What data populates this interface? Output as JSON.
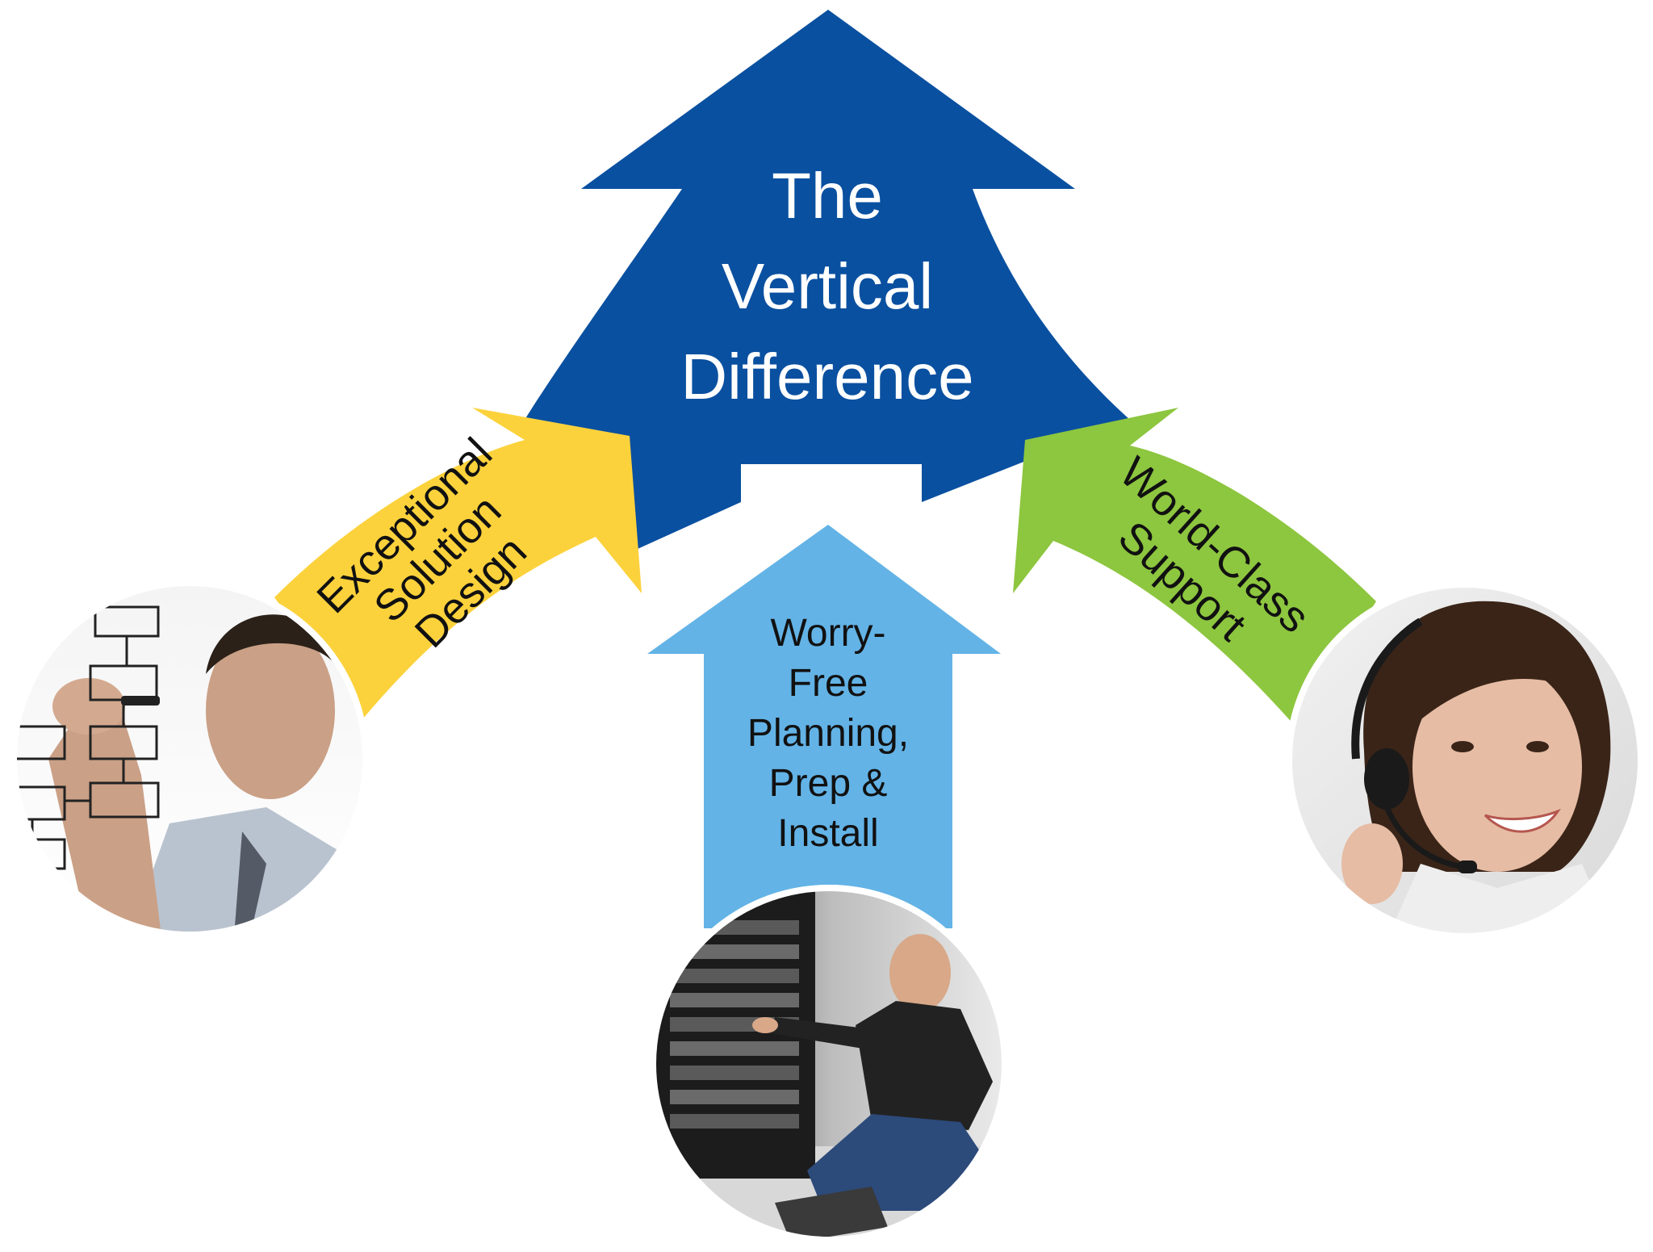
{
  "colors": {
    "main_arrow": "#0a50a0",
    "left_arrow": "#fcd23c",
    "right_arrow": "#8dc63f",
    "center_arrow": "#63b3e6",
    "main_text": "#ffffff",
    "sub_text": "#111111",
    "photo_border": "#ffffff"
  },
  "main_arrow": {
    "lines": [
      "The",
      "Vertical",
      "Difference"
    ]
  },
  "left_arrow": {
    "lines": [
      "Exceptional",
      "Solution",
      "Design"
    ]
  },
  "center_arrow": {
    "lines": [
      "Worry-",
      "Free",
      "Planning,",
      "Prep &",
      "Install"
    ]
  },
  "right_arrow": {
    "lines": [
      "World-Class",
      "Support"
    ]
  },
  "photos": {
    "left": {
      "subject": "man-drawing-flowchart",
      "icon": "person-icon"
    },
    "center": {
      "subject": "technician-at-server-rack",
      "icon": "server-icon"
    },
    "right": {
      "subject": "support-agent-with-headset",
      "icon": "headset-icon"
    }
  }
}
